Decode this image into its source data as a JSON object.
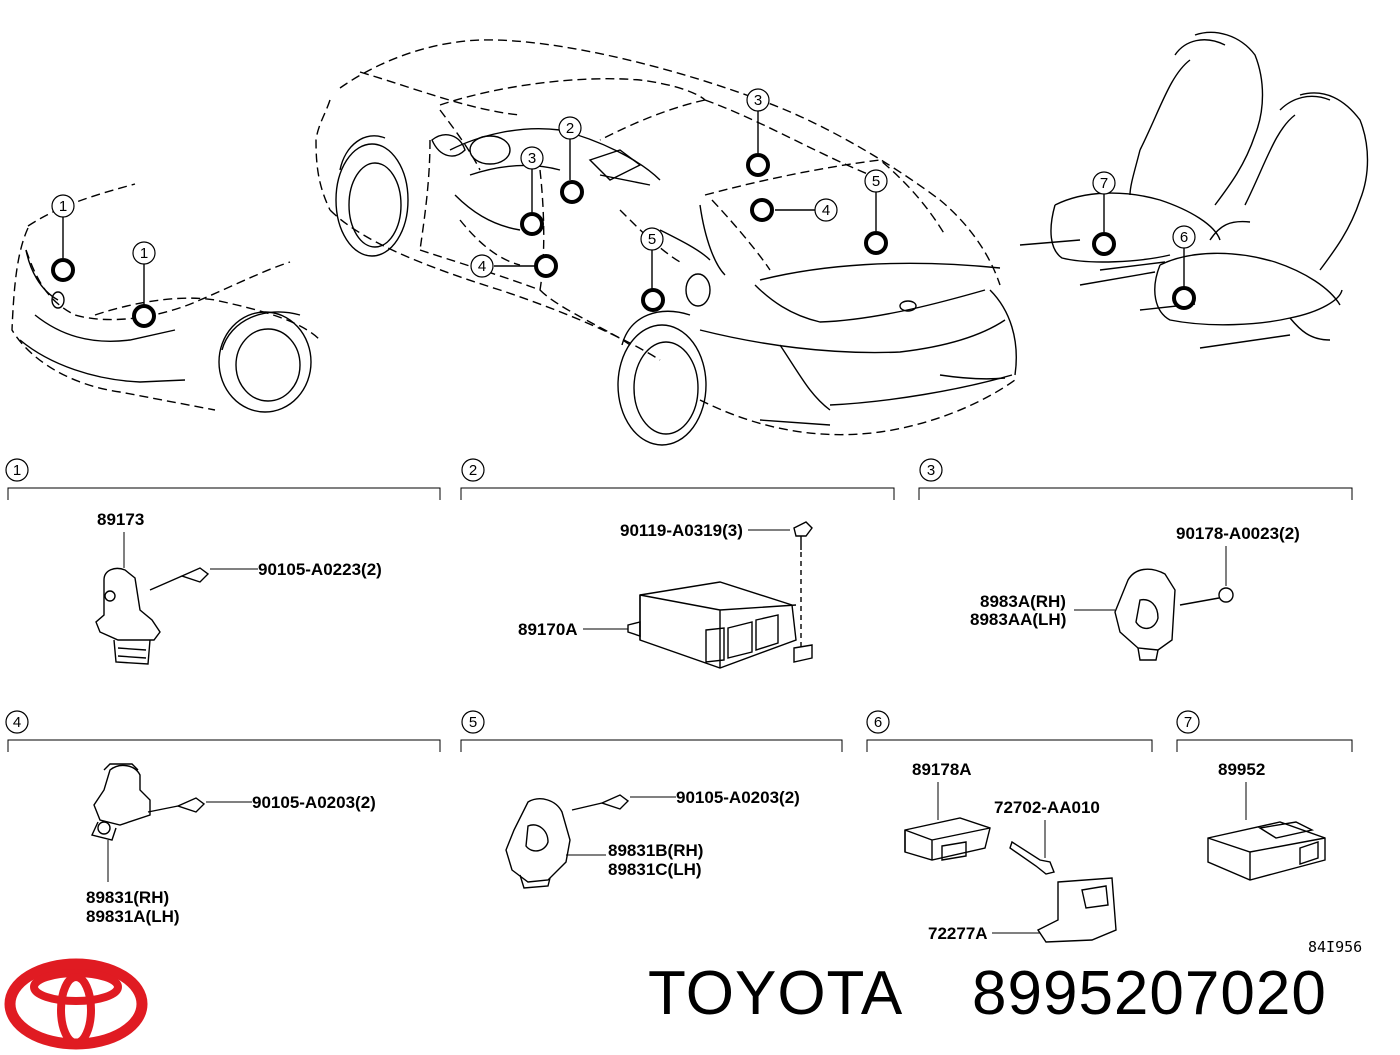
{
  "callouts": {
    "c1": "1",
    "c2": "2",
    "c3": "3",
    "c4": "4",
    "c5": "5",
    "c6": "6",
    "c7": "7"
  },
  "parts": {
    "p1_sensor": "89173",
    "p1_bolt": "90105-A0223(2)",
    "p2_bolt": "90119-A0319(3)",
    "p2_ecu": "89170A",
    "p3_nut": "90178-A0023(2)",
    "p3_rh": "8983A(RH)",
    "p3_lh": "8983AA(LH)",
    "p4_bolt": "90105-A0203(2)",
    "p4_rh": "89831(RH)",
    "p4_lh": "89831A(LH)",
    "p5_bolt": "90105-A0203(2)",
    "p5_rh": "89831B(RH)",
    "p5_lh": "89831C(LH)",
    "p6_sensor": "89178A",
    "p6_bolt": "72702-AA010",
    "p6_bracket": "72277A",
    "p7_module": "89952"
  },
  "diagram_code": "84I956",
  "footer": {
    "brand": "TOYOTA",
    "part_number": "8995207020"
  },
  "colors": {
    "logo": "#e01b22",
    "lines": "#000000"
  }
}
